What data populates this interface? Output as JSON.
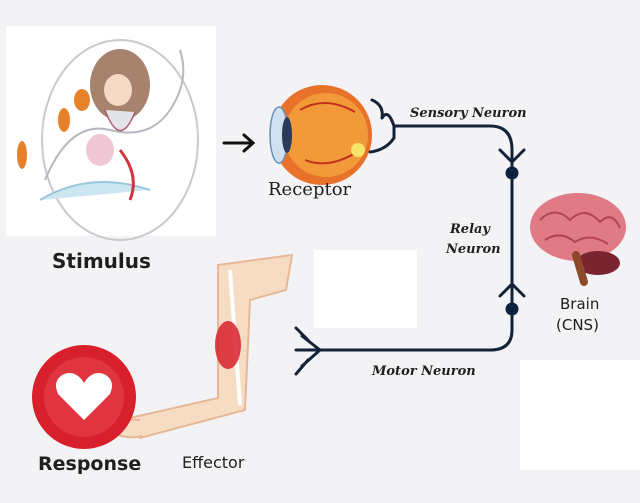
{
  "labels": {
    "stimulus": "Stimulus",
    "receptor": "Receptor",
    "sensory_neuron": "Sensory Neuron",
    "relay_neuron_line1": "Relay",
    "relay_neuron_line2": "Neuron",
    "brain_line1": "Brain",
    "brain_line2": "(CNS)",
    "motor_neuron": "Motor Neuron",
    "response": "Response",
    "effector": "Effector"
  },
  "icons": {
    "stimulus_image": "cartoon-girl-sketch",
    "receptor_image": "eye-icon",
    "brain_image": "brain-icon",
    "effector_image": "arm-icon",
    "response_image": "heart-icon"
  },
  "colors": {
    "neuron_line": "#14233a",
    "neuron_node": "#0c2342",
    "response_red": "#d8202c",
    "brain_pink": "#e07a85",
    "eye_orange": "#e8722a"
  }
}
